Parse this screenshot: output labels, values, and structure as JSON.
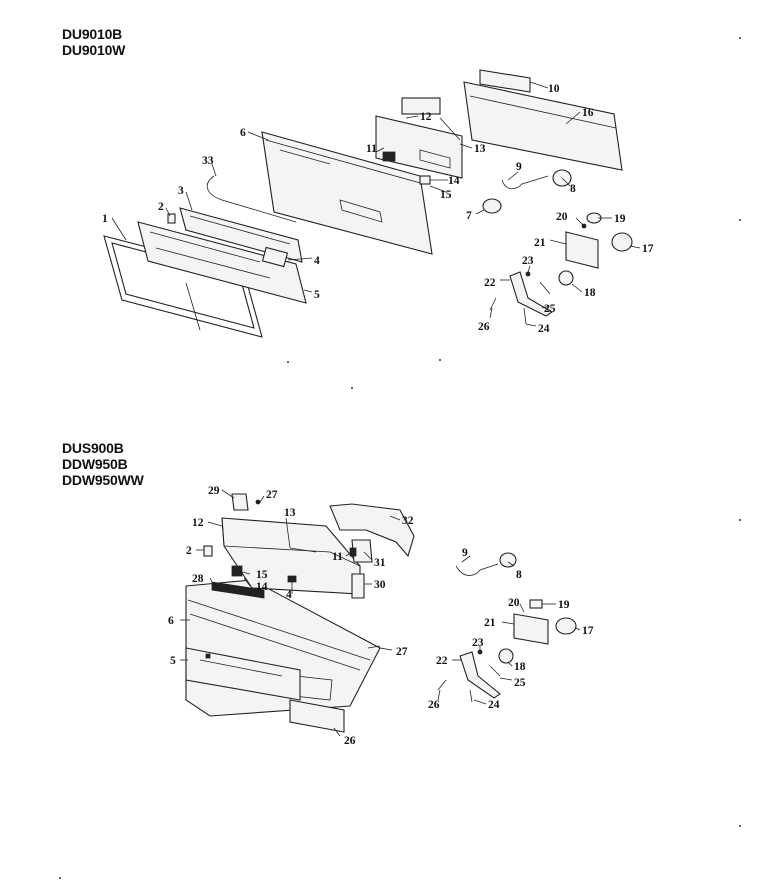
{
  "diagram1": {
    "models": [
      "DU9010B",
      "DU9010W"
    ],
    "callouts": [
      "1",
      "2",
      "3",
      "33",
      "4",
      "5",
      "6",
      "7",
      "8",
      "9",
      "10",
      "11",
      "12",
      "13",
      "14",
      "15",
      "16",
      "17",
      "18",
      "19",
      "20",
      "21",
      "22",
      "23",
      "24",
      "25",
      "26"
    ]
  },
  "diagram2": {
    "models": [
      "DUS900B",
      "DDW950B",
      "DDW950WW"
    ],
    "callouts": [
      "29",
      "27",
      "12",
      "13",
      "32",
      "2",
      "11",
      "31",
      "15",
      "14",
      "28",
      "30",
      "4",
      "9",
      "8",
      "6",
      "27",
      "20",
      "19",
      "21",
      "17",
      "5",
      "23",
      "22",
      "18",
      "25",
      "26",
      "24",
      "26"
    ]
  }
}
